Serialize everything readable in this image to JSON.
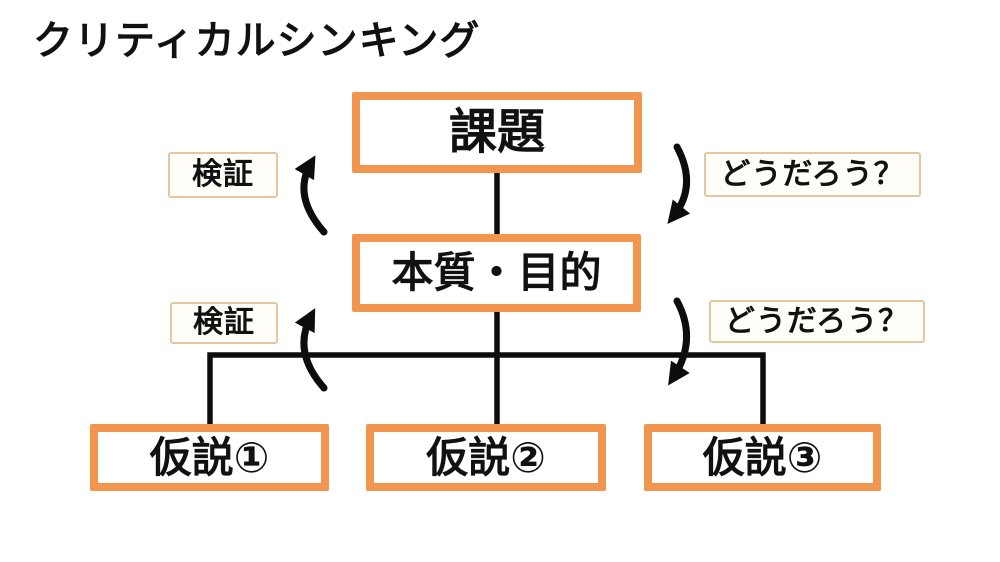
{
  "title": "クリティカルシンキング",
  "colors": {
    "box_border": "#f2954f",
    "label_border": "#e5c79f",
    "line": "#0d0d0d",
    "ink": "#111111",
    "bg": "#ffffff",
    "label_bg": "#fffdf7"
  },
  "nodes": {
    "task": "課題",
    "essence": "本質・目的",
    "hypotheses": [
      "仮説①",
      "仮説②",
      "仮説③"
    ]
  },
  "labels": {
    "verify_top": "検証",
    "verify_bottom": "検証",
    "question_top": "どうだろう？",
    "question_bottom": "どうだろう？"
  }
}
